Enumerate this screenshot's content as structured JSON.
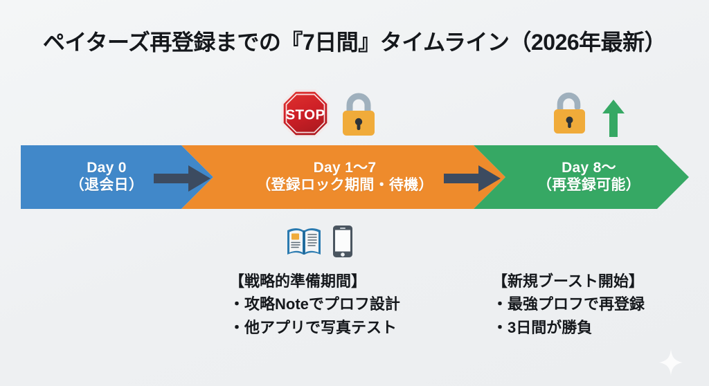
{
  "title": "ペイターズ再登録までの『7日間』タイムライン（2026年最新）",
  "colors": {
    "background": "#f1f3f5",
    "day0": "#4188c9",
    "lock_period": "#ee8b2c",
    "reopen": "#36a864",
    "arrow": "#3c4b60",
    "text_dark": "#15181c",
    "text_light": "#ffffff",
    "stop_sign": "#cf2027",
    "padlock_body": "#f0ab3a",
    "padlock_shackle": "#9fb0bd",
    "up_arrow": "#36a864"
  },
  "timeline": {
    "segments": [
      {
        "id": "day-0",
        "line1": "Day 0",
        "line2": "（退会日）",
        "color": "#4188c9"
      },
      {
        "id": "day-1-7",
        "line1": "Day 1〜7",
        "line2": "（登録ロック期間・待機）",
        "color": "#ee8b2c"
      },
      {
        "id": "day-8-plus",
        "line1": "Day 8〜",
        "line2": "（再登録可能）",
        "color": "#36a864"
      }
    ],
    "connectors": [
      {
        "id": "connector-1",
        "icon": "right-arrow-icon"
      },
      {
        "id": "connector-2",
        "icon": "right-arrow-icon"
      }
    ]
  },
  "icons": {
    "lock_cluster": [
      "stop-sign-icon",
      "closed-padlock-icon"
    ],
    "unlock_cluster": [
      "open-padlock-icon",
      "up-arrow-icon"
    ],
    "prep_cluster": [
      "open-book-icon",
      "smartphone-icon"
    ],
    "decoration": "sparkle-icon"
  },
  "notes": {
    "left": {
      "header": "【戦略的準備期間】",
      "items": [
        "・攻略Noteでプロフ設計",
        "・他アプリで写真テスト"
      ]
    },
    "right": {
      "header": "【新規ブースト開始】",
      "items": [
        "・最強プロフで再登録",
        "・3日間が勝負"
      ]
    }
  }
}
